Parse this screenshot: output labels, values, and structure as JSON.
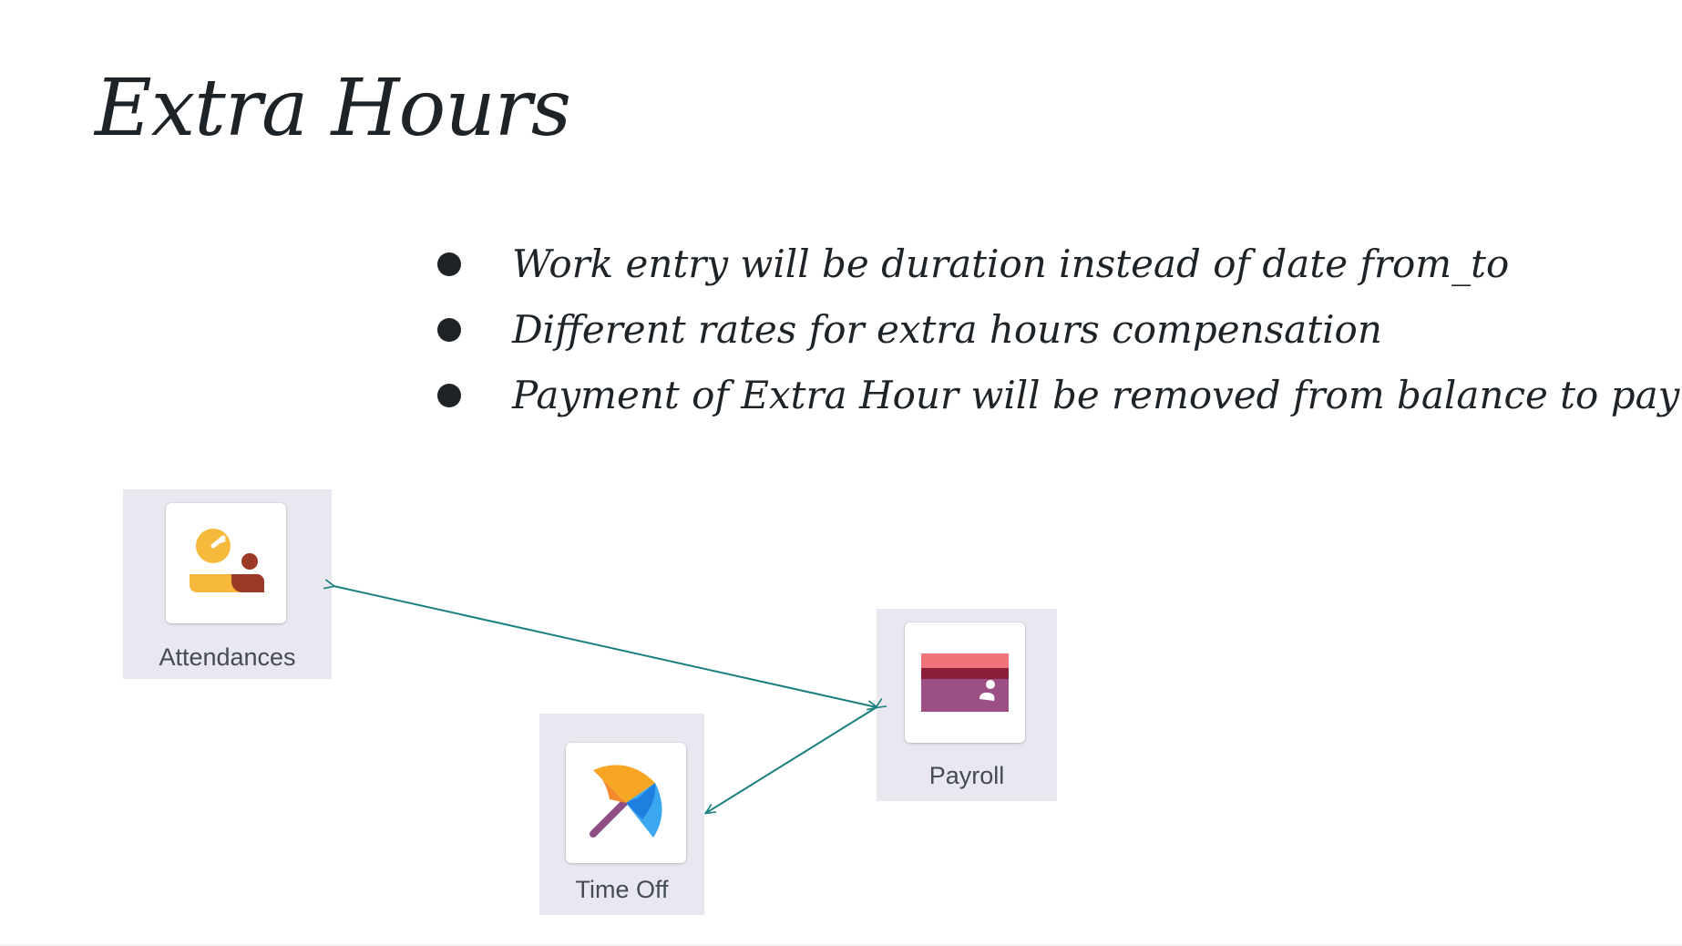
{
  "slide": {
    "title": "Extra Hours",
    "bullets": [
      "Work entry will be duration instead of date from_to",
      "Different rates for extra hours compensation",
      "Payment of Extra Hour will be removed from balance to pay"
    ]
  },
  "apps": {
    "attendances": {
      "label": "Attendances",
      "icon": "attendances-icon"
    },
    "payroll": {
      "label": "Payroll",
      "icon": "payroll-icon"
    },
    "time_off": {
      "label": "Time Off",
      "icon": "time-off-icon"
    }
  },
  "colors": {
    "connector": "#1a7f7f",
    "tile_background": "#e9e8f0"
  }
}
